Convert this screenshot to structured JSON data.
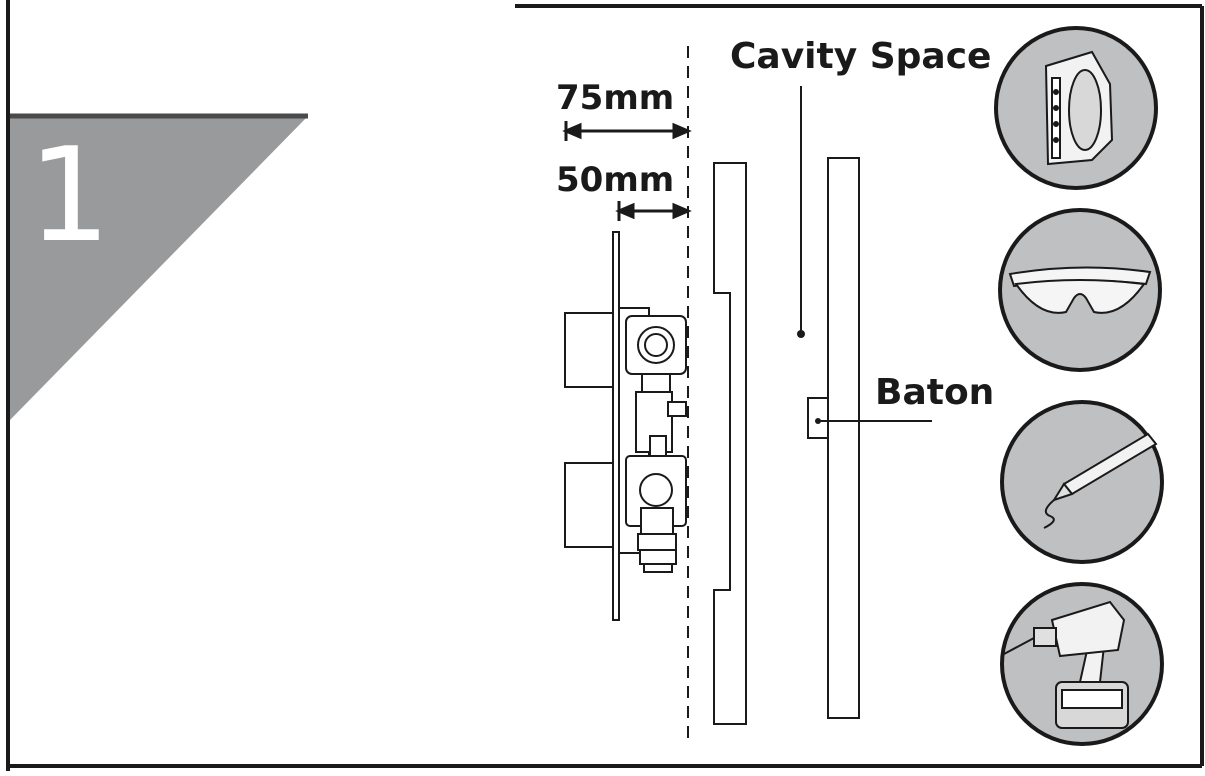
{
  "step": {
    "number": "1"
  },
  "dimensions": {
    "outer": "75mm",
    "inner": "50mm"
  },
  "labels": {
    "cavity": "Cavity Space",
    "baton": "Baton"
  },
  "tools": [
    {
      "name": "stud-detector-icon"
    },
    {
      "name": "safety-goggles-icon"
    },
    {
      "name": "pencil-icon"
    },
    {
      "name": "cordless-drill-icon"
    }
  ],
  "colors": {
    "frame": "#1a1a1a",
    "step_banner": "#999a9c",
    "ink": "#1a1a1a",
    "tool_circle": "#bfc0c2"
  }
}
